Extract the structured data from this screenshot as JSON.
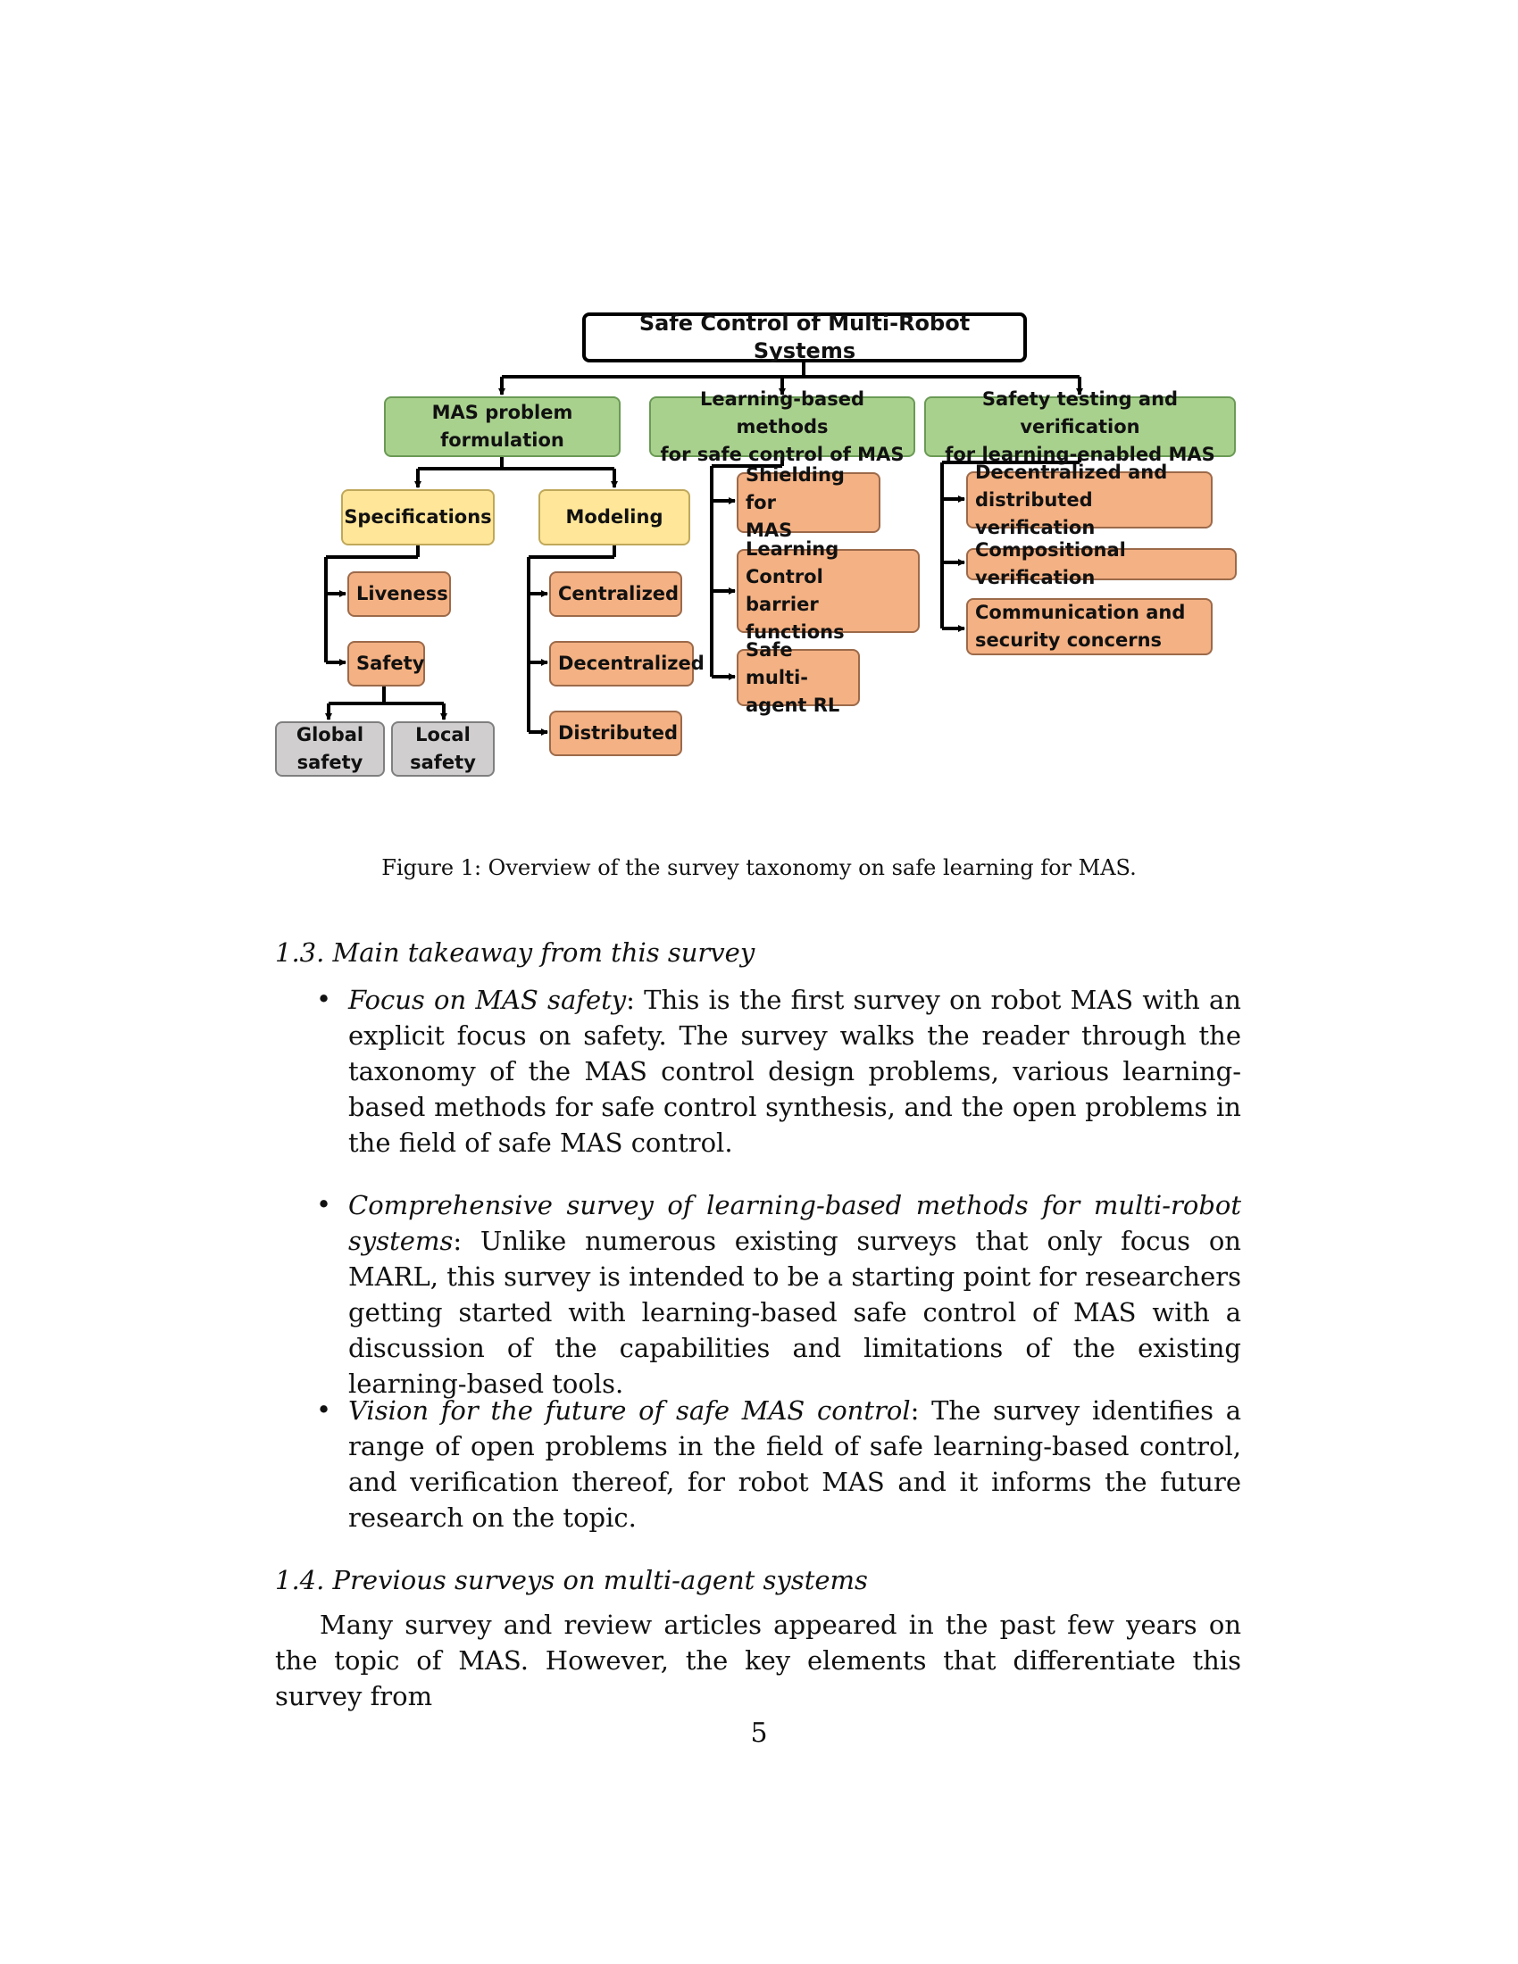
{
  "diagram": {
    "root": "Safe Control of Multi-Robot Systems",
    "mas_problem": "MAS problem\nformulation",
    "learning_methods": "Learning-based methods\nfor safe control of MAS",
    "safety_testing": "Safety testing and verification\nfor learning-enabled MAS",
    "specifications": "Specifications",
    "modeling": "Modeling",
    "liveness": "Liveness",
    "safety": "Safety",
    "global_safety": "Global\nsafety",
    "local_safety": "Local\nsafety",
    "centralized": "Centralized",
    "decentralized": "Decentralized",
    "distributed": "Distributed",
    "shielding": "Shielding for\nMAS",
    "lcbf": "Learning Control\nbarrier functions",
    "safe_marl": "Safe multi-\nagent RL",
    "decentralized_verification": "Decentralized and\ndistributed verification",
    "compositional_verification": "Compositional verification",
    "communication_security": "Communication and\nsecurity concerns"
  },
  "caption": "Figure 1: Overview of the survey taxonomy on safe learning for MAS.",
  "section_1_3": {
    "heading": "1.3. Main takeaway from this survey",
    "items": [
      {
        "title": "Focus on MAS safety",
        "text": ": This is the first survey on robot MAS with an explicit focus on safety. The survey walks the reader through the taxonomy of the MAS control design problems, various learning-based methods for safe control synthesis, and the open problems in the field of safe MAS control."
      },
      {
        "title": "Comprehensive survey of learning-based methods for multi-robot systems",
        "text": ": Unlike numerous existing surveys that only focus on MARL, this survey is intended to be a starting point for researchers getting started with learning-based safe control of MAS with a discussion of the capabilities and limitations of the existing learning-based tools."
      },
      {
        "title": "Vision for the future of safe MAS control",
        "text": ": The survey identifies a range of open problems in the field of safe learning-based control, and verification thereof, for robot MAS and it informs the future research on the topic."
      }
    ]
  },
  "section_1_4": {
    "heading": "1.4. Previous surveys on multi-agent systems",
    "paragraph": "Many survey and review articles appeared in the past few years on the topic of MAS. However, the key elements that differentiate this survey from"
  },
  "page_number": "5",
  "colors": {
    "level1": "#a9d18e",
    "level2": "#ffe699",
    "leaf": "#f4b183",
    "subleaf": "#d0cece"
  }
}
